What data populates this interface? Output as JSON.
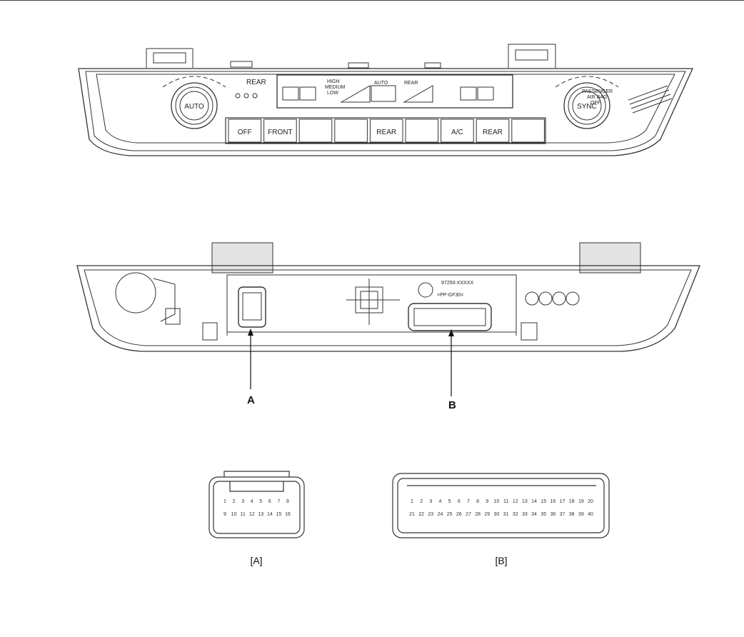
{
  "front_panel": {
    "auto_knob": "AUTO",
    "sync_knob": "SYNC",
    "rear_label": "REAR",
    "display_high": "HIGH",
    "display_medium": "MEDIUM",
    "display_low": "LOW",
    "display_auto": "AUTO",
    "display_rear": "REAR",
    "passenger_airbag_1": "PASSENGER",
    "passenger_airbag_2": "AIR BAG",
    "passenger_airbag_3": "OFF",
    "buttons": [
      "OFF",
      "FRONT",
      "",
      "",
      "REAR",
      "",
      "A/C",
      "REAR",
      ""
    ]
  },
  "back_panel": {
    "part_number": "97250-XXXXX",
    "material": ">PP-GF30<",
    "callout_a": "A",
    "callout_b": "B"
  },
  "connector_a": {
    "caption": "[A]",
    "row1": [
      "1",
      "2",
      "3",
      "4",
      "5",
      "6",
      "7",
      "8"
    ],
    "row2": [
      "9",
      "10",
      "11",
      "12",
      "13",
      "14",
      "15",
      "16"
    ]
  },
  "connector_b": {
    "caption": "[B]",
    "row1": [
      "1",
      "2",
      "3",
      "4",
      "5",
      "6",
      "7",
      "8",
      "9",
      "10",
      "11",
      "12",
      "13",
      "14",
      "15",
      "16",
      "17",
      "18",
      "19",
      "20"
    ],
    "row2": [
      "21",
      "22",
      "23",
      "24",
      "25",
      "26",
      "27",
      "28",
      "29",
      "30",
      "31",
      "32",
      "33",
      "34",
      "35",
      "36",
      "37",
      "38",
      "39",
      "40"
    ]
  }
}
